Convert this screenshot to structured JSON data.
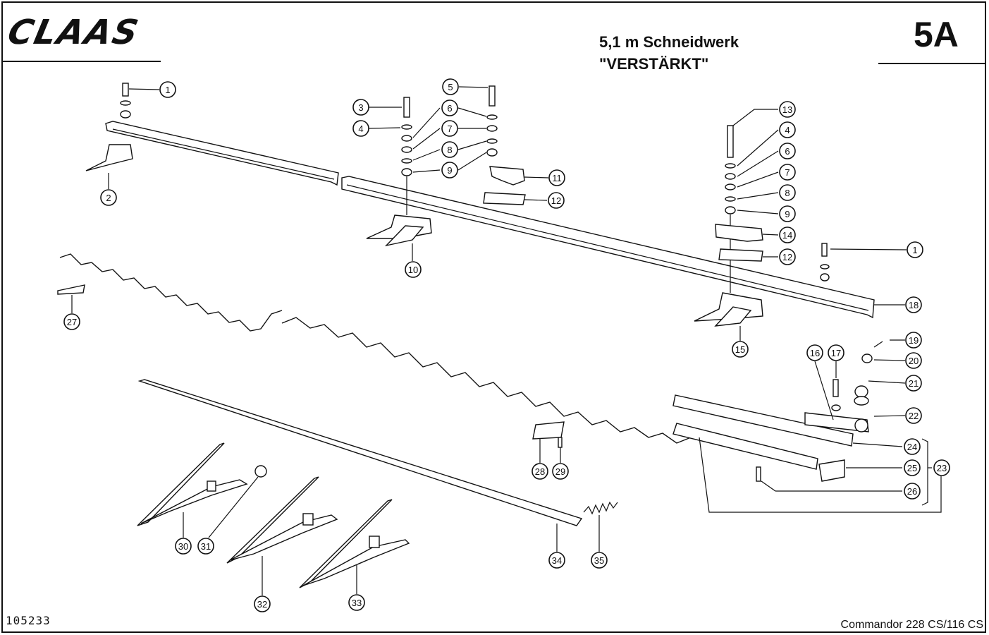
{
  "header": {
    "brand": "CLAAS",
    "title_line1": "5,1 m Schneidwerk",
    "title_line2": "\"VERSTÄRKT\"",
    "page_number": "5A"
  },
  "footer": {
    "document_number": "105233",
    "model": "Commandor  228 CS/116 CS"
  },
  "callouts": [
    "1",
    "2",
    "3",
    "4",
    "5",
    "6",
    "7",
    "8",
    "9",
    "10",
    "11",
    "12",
    "13",
    "4",
    "6",
    "7",
    "8",
    "9",
    "14",
    "12",
    "1",
    "18",
    "15",
    "16",
    "17",
    "19",
    "20",
    "21",
    "22",
    "24",
    "25",
    "23",
    "26",
    "27",
    "28",
    "29",
    "30",
    "31",
    "32",
    "33",
    "34",
    "35"
  ]
}
